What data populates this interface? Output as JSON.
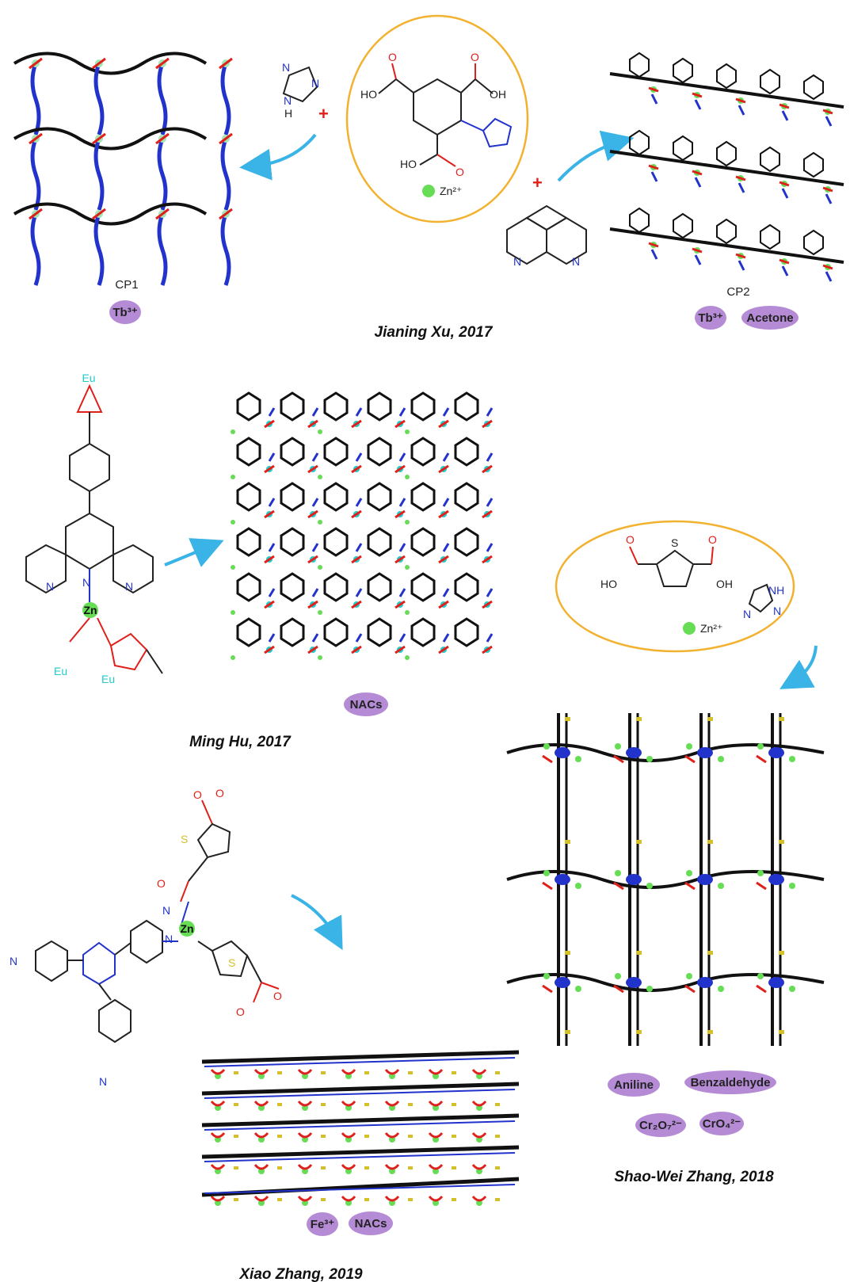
{
  "colors": {
    "pill": "#b58bd6",
    "ellipse_border": "#f2b230",
    "arrow": "#3ab4e6",
    "oxygen": "#e0201b",
    "nitrogen": "#2233cc",
    "zinc": "#66dd55",
    "sulfur": "#d4c12a",
    "europium": "#22cccc",
    "terbium": "#9fe8b5"
  },
  "panel1": {
    "caption": "Jianing Xu, 2017",
    "cp1": "CP1",
    "cp2": "CP2",
    "tb_left": "Tb³⁺",
    "tb_right": "Tb³⁺",
    "acetone": "Acetone",
    "plus1": "+",
    "plus2": "+",
    "zn_label": "Zn²⁺",
    "atoms": {
      "ho1": "HO",
      "oh1": "OH",
      "ho2": "HO",
      "o1": "O",
      "o2": "O",
      "o3": "O",
      "n": "N",
      "h": "H"
    }
  },
  "panel2": {
    "caption": "Ming Hu, 2017",
    "nacs": "NACs",
    "eu1": "Eu",
    "eu2": "Eu",
    "eu3": "Eu",
    "zn": "Zn",
    "n": "N"
  },
  "panel3": {
    "caption": "Shao-Wei Zhang, 2018",
    "aniline": "Aniline",
    "benzaldehyde": "Benzaldehyde",
    "cr2o7": "Cr₂O₇²⁻",
    "cro4": "CrO₄²⁻",
    "zn_label": "Zn²⁺",
    "atoms": {
      "ho": "HO",
      "oh": "OH",
      "s": "S",
      "o": "O",
      "nh": "NH",
      "n": "N"
    }
  },
  "panel4": {
    "caption": "Xiao Zhang, 2019",
    "fe": "Fe³⁺",
    "nacs": "NACs",
    "zn": "Zn",
    "n": "N",
    "o": "O",
    "s": "S"
  }
}
